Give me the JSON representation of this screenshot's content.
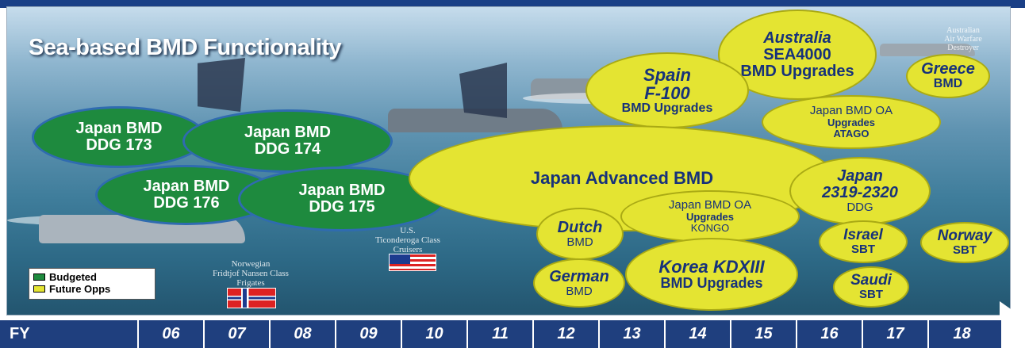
{
  "panel_title": "Sea-based BMD Functionality",
  "colors": {
    "budgeted": "#1e8a3e",
    "future": "#e4e432",
    "future_text": "#17327a",
    "budgeted_text": "#ffffff",
    "timeline_bar": "#1f3f7e"
  },
  "ellipses": [
    {
      "id": "japan-bmd-ddg-173",
      "status": "budgeted",
      "lines": [
        "Japan BMD",
        "DDG 173"
      ]
    },
    {
      "id": "japan-bmd-ddg-174",
      "status": "budgeted",
      "lines": [
        "Japan BMD",
        "DDG 174"
      ]
    },
    {
      "id": "japan-bmd-ddg-176",
      "status": "budgeted",
      "lines": [
        "Japan BMD",
        "DDG 176"
      ]
    },
    {
      "id": "japan-bmd-ddg-175",
      "status": "budgeted",
      "lines": [
        "Japan BMD",
        "DDG 175"
      ]
    },
    {
      "id": "australia-sea4000",
      "status": "future",
      "lines": [
        "Australia",
        "SEA4000",
        "BMD Upgrades"
      ]
    },
    {
      "id": "spain-f100",
      "status": "future",
      "lines": [
        "Spain",
        "F-100",
        "BMD Upgrades"
      ]
    },
    {
      "id": "greece-bmd",
      "status": "future",
      "lines": [
        "Greece",
        "BMD"
      ]
    },
    {
      "id": "japan-bmd-oa-atago",
      "status": "future",
      "lines": [
        "Japan BMD OA",
        "Upgrades",
        "ATAGO"
      ]
    },
    {
      "id": "japan-advanced-bmd",
      "status": "future",
      "lines": [
        "Japan Advanced BMD"
      ]
    },
    {
      "id": "japan-2319-2320-ddg",
      "status": "future",
      "lines": [
        "Japan",
        "2319-2320",
        "DDG"
      ]
    },
    {
      "id": "dutch-bmd",
      "status": "future",
      "lines": [
        "Dutch",
        "BMD"
      ]
    },
    {
      "id": "japan-bmd-oa-kongo",
      "status": "future",
      "lines": [
        "Japan BMD OA",
        "Upgrades",
        "KONGO"
      ]
    },
    {
      "id": "israel-sbt",
      "status": "future",
      "lines": [
        "Israel",
        "SBT"
      ]
    },
    {
      "id": "norway-sbt",
      "status": "future",
      "lines": [
        "Norway",
        "SBT"
      ]
    },
    {
      "id": "german-bmd",
      "status": "future",
      "lines": [
        "German",
        "BMD"
      ]
    },
    {
      "id": "korea-kdxiii",
      "status": "future",
      "lines": [
        "Korea KDXIII",
        "BMD Upgrades"
      ]
    },
    {
      "id": "saudi-sbt",
      "status": "future",
      "lines": [
        "Saudi",
        "SBT"
      ]
    }
  ],
  "ship_captions": {
    "norwegian": [
      "Norwegian",
      "Fridtjof Nansen Class",
      "Frigates"
    ],
    "us_cruisers": [
      "U.S.",
      "Ticonderoga Class",
      "Cruisers"
    ],
    "australia_awd": [
      "Australian",
      "Air Warfare",
      "Destroyer"
    ]
  },
  "legend": {
    "budgeted": "Budgeted",
    "future": "Future Opps"
  },
  "timeline": {
    "label": "FY",
    "years": [
      "06",
      "07",
      "08",
      "09",
      "10",
      "11",
      "12",
      "13",
      "14",
      "15",
      "16",
      "17",
      "18"
    ]
  }
}
